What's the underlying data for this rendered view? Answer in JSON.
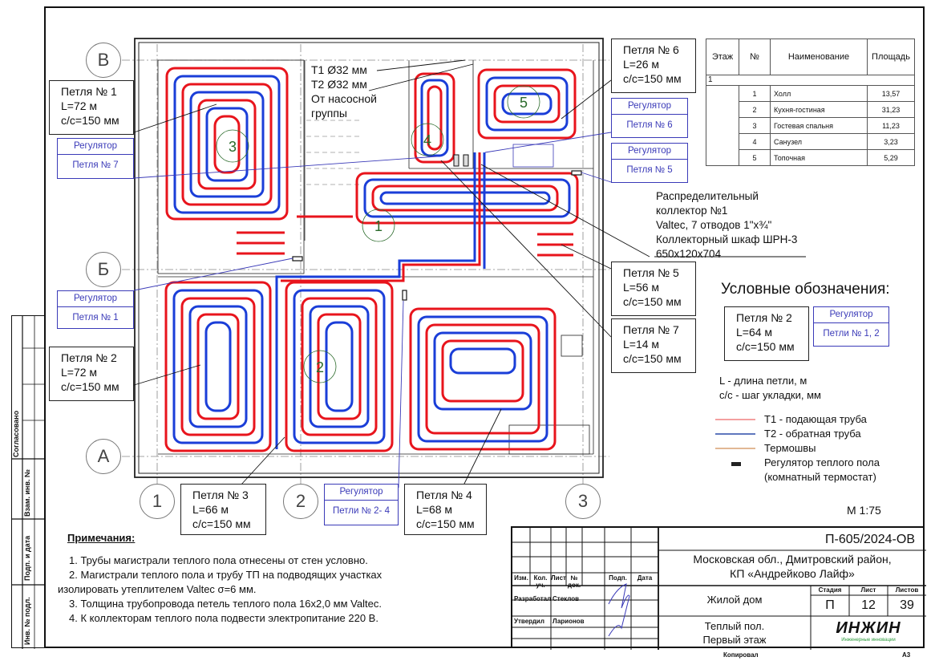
{
  "sheet": {
    "scale": "M 1:75",
    "format": "А3",
    "copied_label": "Копировал"
  },
  "side_strip": {
    "agreed": "Согласовано",
    "inv_replace": "Взам. инв. №",
    "sign_date": "Подп. и дата",
    "inv_orig": "Инв. № подл."
  },
  "axes": {
    "rows": [
      "В",
      "Б",
      "А"
    ],
    "cols": [
      "1",
      "2",
      "3"
    ]
  },
  "rooms_table": {
    "headers": [
      "Этаж",
      "№",
      "Наименование",
      "Площадь"
    ],
    "floor": "1",
    "rows": [
      {
        "no": "1",
        "name": "Холл",
        "area": "13,57"
      },
      {
        "no": "2",
        "name": "Кухня-гостиная",
        "area": "31,23"
      },
      {
        "no": "3",
        "name": "Гостевая спальня",
        "area": "11,23"
      },
      {
        "no": "4",
        "name": "Санузел",
        "area": "3,23"
      },
      {
        "no": "5",
        "name": "Топочная",
        "area": "5,29"
      }
    ]
  },
  "room_markers": [
    "1",
    "2",
    "3",
    "4",
    "5"
  ],
  "loops": [
    {
      "title": "Петля № 1",
      "length": "L=72 м",
      "step": "с/с=150 мм"
    },
    {
      "title": "Петля № 2",
      "length": "L=72 м",
      "step": "с/с=150 мм"
    },
    {
      "title": "Петля № 3",
      "length": "L=66 м",
      "step": "с/с=150 мм"
    },
    {
      "title": "Петля № 4",
      "length": "L=68 м",
      "step": "с/с=150 мм"
    },
    {
      "title": "Петля № 5",
      "length": "L=56 м",
      "step": "с/с=150 мм"
    },
    {
      "title": "Петля № 6",
      "length": "L=26 м",
      "step": "с/с=150 мм"
    },
    {
      "title": "Петля № 7",
      "length": "L=14 м",
      "step": "с/с=150 мм"
    }
  ],
  "regulators": [
    {
      "title": "Регулятор",
      "target": "Петля № 7"
    },
    {
      "title": "Регулятор",
      "target": "Петля № 1"
    },
    {
      "title": "Регулятор",
      "target": "Петли № 2- 4"
    },
    {
      "title": "Регулятор",
      "target": "Петля № 6"
    },
    {
      "title": "Регулятор",
      "target": "Петля № 5"
    }
  ],
  "supply_note": {
    "t1": "Т1 Ø32 мм",
    "t2": "Т2 Ø32 мм",
    "from1": "От насосной",
    "from2": "группы"
  },
  "collector_note": [
    "Распределительный",
    "коллектор №1",
    "Valtec, 7 отводов 1\"х¾\"",
    "Коллекторный шкаф ШРН-3",
    "650х120х704"
  ],
  "legend": {
    "title": "Условные обозначения:",
    "sample_loop": {
      "title": "Петля № 2",
      "length": "L=64 м",
      "step": "с/с=150 мм"
    },
    "sample_regulator": {
      "title": "Регулятор",
      "target": "Петли № 1, 2"
    },
    "def_l": "L - длина петли, м",
    "def_cc": "с/с - шаг укладки, мм",
    "items": [
      {
        "label": "Т1 - подающая труба",
        "color": "#f08080"
      },
      {
        "label": "Т2 - обратная труба",
        "color": "#2a4aa8"
      },
      {
        "label": "Термошвы",
        "color": "#d9a070"
      },
      {
        "label": "Регулятор теплого пола",
        "label2": "(комнатный термостат)",
        "color": "#222222"
      }
    ]
  },
  "notes": {
    "heading": "Примечания:",
    "items": [
      "1.    Трубы магистрали теплого пола отнесены от стен условно.",
      "2.    Магистрали теплого пола и трубу ТП на подводящих участках",
      "изолировать утеплителем Valtec σ=6 мм.",
      "3.    Толщина трубопровода петель теплого пола 16х2,0 мм Valtec.",
      "4.    К коллекторам теплого пола подвести электропитание 220 В."
    ]
  },
  "stamp": {
    "code": "П-605/2024-ОВ",
    "location1": "Московская обл., Дмитровский район,",
    "location2": "КП «Андрейково Лайф»",
    "building": "Жилой дом",
    "sheet_title1": "Теплый пол.",
    "sheet_title2": "Первый этаж",
    "col_headers": [
      "Изм.",
      "Кол. уч.",
      "Лист",
      "№ док.",
      "Подп.",
      "Дата"
    ],
    "developed_label": "Разработал",
    "developed_name": "Стеклов",
    "approved_label": "Утвердил",
    "approved_name": "Ларионов",
    "stage_label": "Стадия",
    "sheet_label": "Лист",
    "sheets_label": "Листов",
    "stage": "П",
    "sheet": "12",
    "sheets": "39",
    "logo": "ИНЖИН",
    "logo_sub": "Инженерные инновации",
    "logo_color": "#2a9a3a"
  },
  "colors": {
    "supply": "#e8141c",
    "return": "#1a3ed8",
    "regulator": "#3a3ab8"
  }
}
